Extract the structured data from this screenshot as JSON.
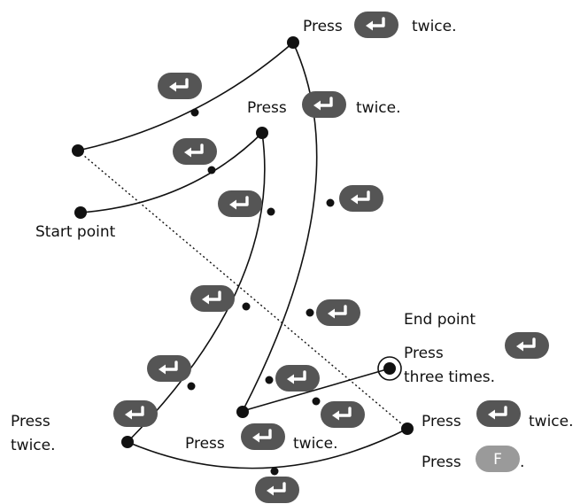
{
  "labels": {
    "press": "Press",
    "twice_suffix": "twice.",
    "twice_period": "twice.",
    "start_point": "Start point",
    "end_point": "End point",
    "three_times": "three times.",
    "period": ".",
    "f_key": "F"
  },
  "colors": {
    "enter_key": "#555555",
    "f_key": "#9a9a9a",
    "line": "#111111"
  },
  "icons": {
    "enter_key": "enter-key-icon",
    "f_key": "f-key-icon"
  }
}
